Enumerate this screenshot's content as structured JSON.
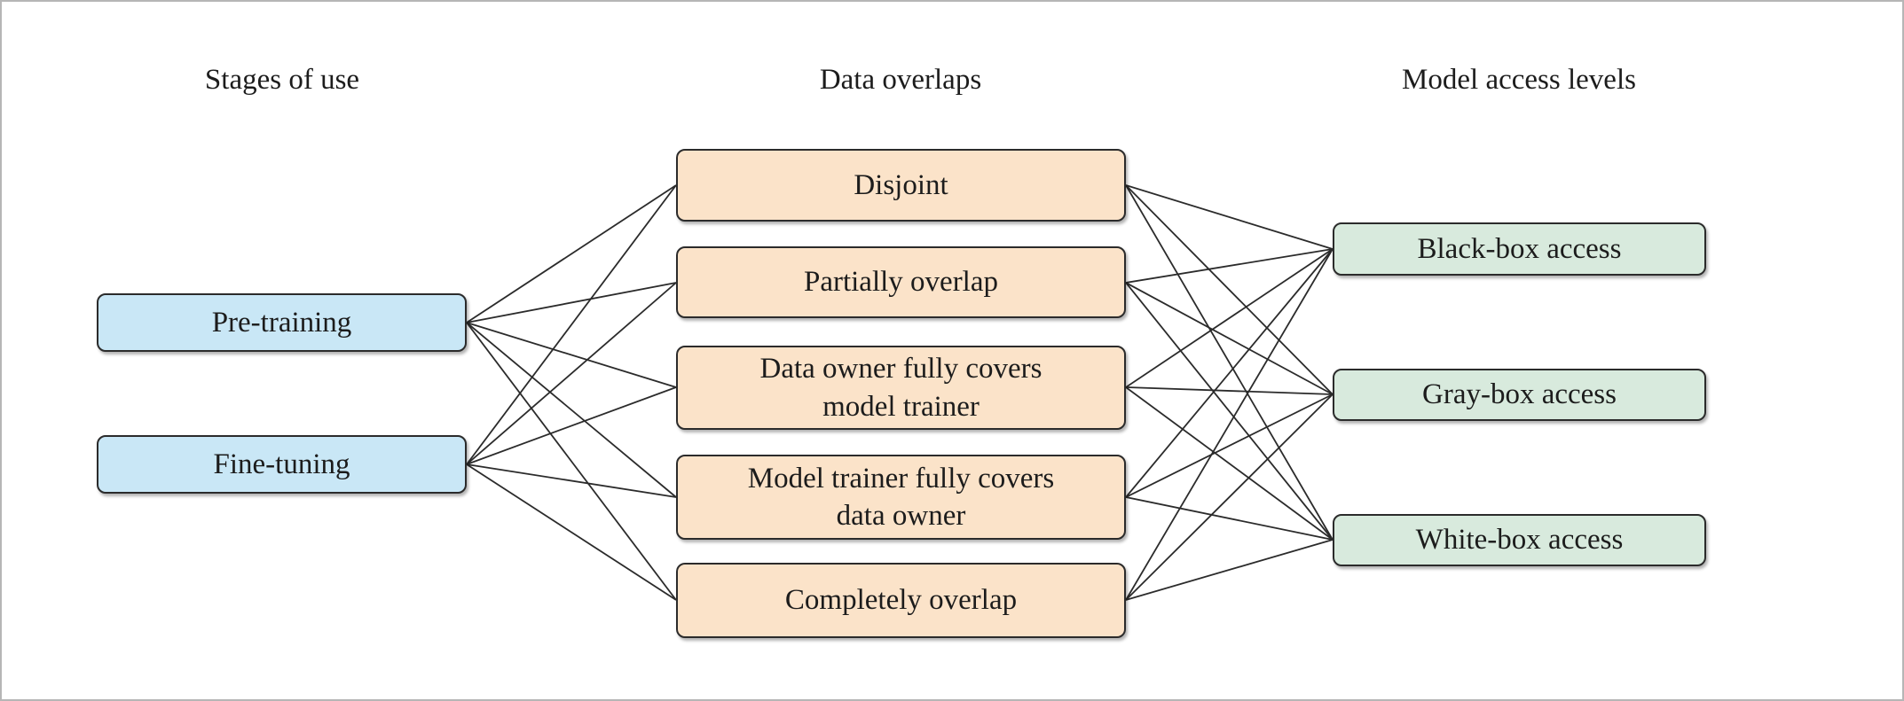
{
  "figure": {
    "columns": [
      {
        "id": "stages",
        "title": "Stages of use",
        "fill": "#c9e7f6",
        "nodes": [
          {
            "id": "pre-training",
            "label": "Pre-training"
          },
          {
            "id": "fine-tuning",
            "label": "Fine-tuning"
          }
        ]
      },
      {
        "id": "overlaps",
        "title": "Data overlaps",
        "fill": "#fbe3c9",
        "nodes": [
          {
            "id": "disjoint",
            "label": "Disjoint"
          },
          {
            "id": "partially-overlap",
            "label": "Partially overlap"
          },
          {
            "id": "data-owner-fully-covers-model-trainer",
            "label": "Data owner fully covers\nmodel trainer"
          },
          {
            "id": "model-trainer-fully-covers-data-owner",
            "label": "Model trainer fully covers\ndata owner"
          },
          {
            "id": "completely-overlap",
            "label": "Completely overlap"
          }
        ]
      },
      {
        "id": "access",
        "title": "Model access levels",
        "fill": "#d8eadd",
        "nodes": [
          {
            "id": "black-box-access",
            "label": "Black-box access"
          },
          {
            "id": "gray-box-access",
            "label": "Gray-box access"
          },
          {
            "id": "white-box-access",
            "label": "White-box access"
          }
        ]
      }
    ],
    "edges": [
      {
        "from": "pre-training",
        "to": "disjoint"
      },
      {
        "from": "pre-training",
        "to": "partially-overlap"
      },
      {
        "from": "pre-training",
        "to": "data-owner-fully-covers-model-trainer"
      },
      {
        "from": "pre-training",
        "to": "model-trainer-fully-covers-data-owner"
      },
      {
        "from": "pre-training",
        "to": "completely-overlap"
      },
      {
        "from": "fine-tuning",
        "to": "disjoint"
      },
      {
        "from": "fine-tuning",
        "to": "partially-overlap"
      },
      {
        "from": "fine-tuning",
        "to": "data-owner-fully-covers-model-trainer"
      },
      {
        "from": "fine-tuning",
        "to": "model-trainer-fully-covers-data-owner"
      },
      {
        "from": "fine-tuning",
        "to": "completely-overlap"
      },
      {
        "from": "disjoint",
        "to": "black-box-access"
      },
      {
        "from": "disjoint",
        "to": "gray-box-access"
      },
      {
        "from": "disjoint",
        "to": "white-box-access"
      },
      {
        "from": "partially-overlap",
        "to": "black-box-access"
      },
      {
        "from": "partially-overlap",
        "to": "gray-box-access"
      },
      {
        "from": "partially-overlap",
        "to": "white-box-access"
      },
      {
        "from": "data-owner-fully-covers-model-trainer",
        "to": "black-box-access"
      },
      {
        "from": "data-owner-fully-covers-model-trainer",
        "to": "gray-box-access"
      },
      {
        "from": "data-owner-fully-covers-model-trainer",
        "to": "white-box-access"
      },
      {
        "from": "model-trainer-fully-covers-data-owner",
        "to": "black-box-access"
      },
      {
        "from": "model-trainer-fully-covers-data-owner",
        "to": "gray-box-access"
      },
      {
        "from": "model-trainer-fully-covers-data-owner",
        "to": "white-box-access"
      },
      {
        "from": "completely-overlap",
        "to": "black-box-access"
      },
      {
        "from": "completely-overlap",
        "to": "gray-box-access"
      },
      {
        "from": "completely-overlap",
        "to": "white-box-access"
      }
    ],
    "colors": {
      "background": "#ffffff",
      "canvas_border": "#b6b6b6",
      "node_border": "#2b2b2b",
      "edge_line": "#2b2b2b",
      "text": "#1c1c1c",
      "stages_fill": "#c9e7f6",
      "overlaps_fill": "#fbe3c9",
      "access_fill": "#d8eadd"
    }
  }
}
